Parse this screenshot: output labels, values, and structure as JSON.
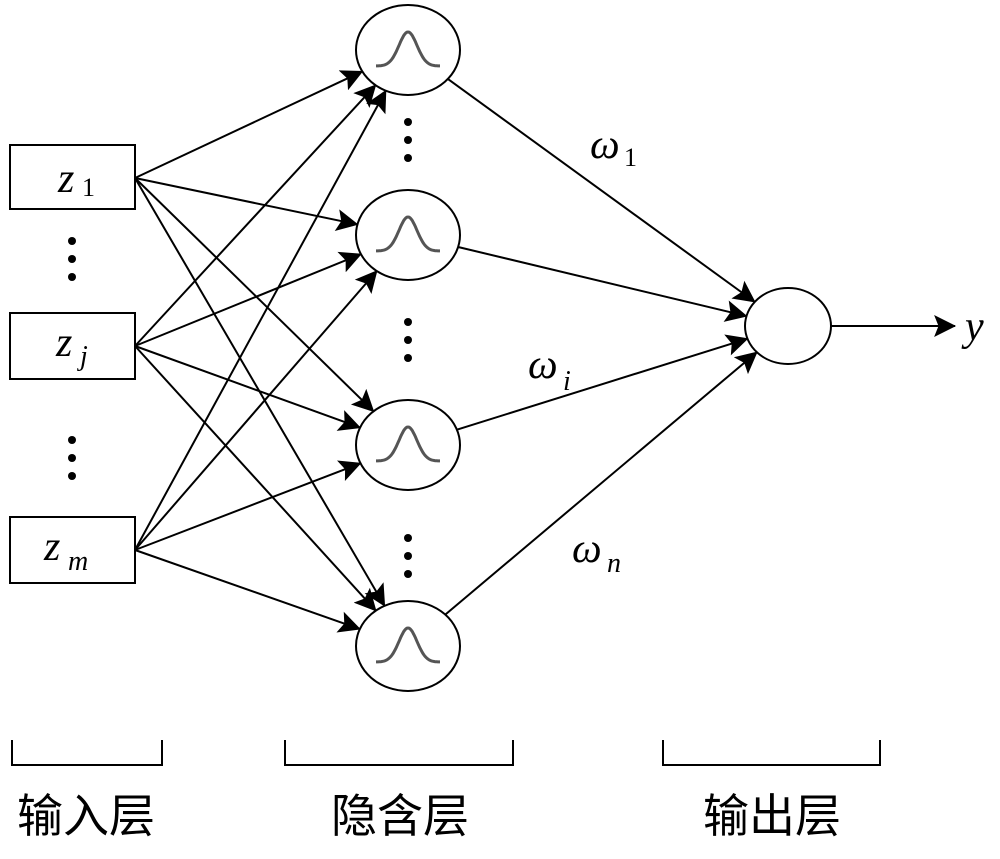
{
  "inputs": [
    {
      "symbol": "z",
      "subscript": "1"
    },
    {
      "symbol": "z",
      "subscript": "j"
    },
    {
      "symbol": "z",
      "subscript": "m"
    }
  ],
  "weights": [
    {
      "symbol": "ω",
      "subscript": "1"
    },
    {
      "symbol": "ω",
      "subscript": "i"
    },
    {
      "symbol": "ω",
      "subscript": "n"
    }
  ],
  "output": {
    "symbol": "y"
  },
  "layers": {
    "input": "输入层",
    "hidden": "隐含层",
    "output": "输出层"
  },
  "hidden_activation": "gaussian-bump-icon",
  "colors": {
    "line": "#000000",
    "bump": "#555555"
  }
}
